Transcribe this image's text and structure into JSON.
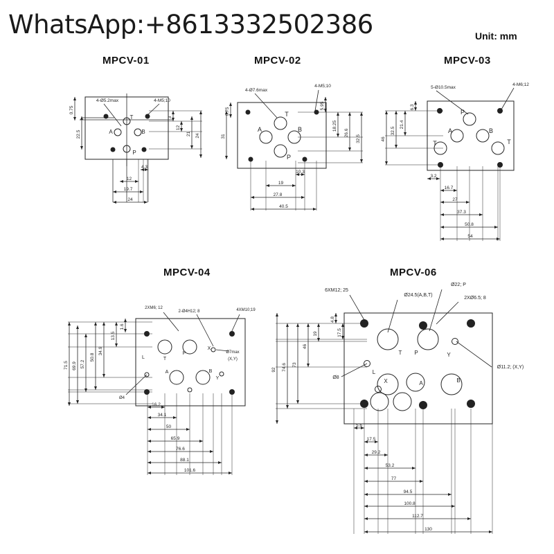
{
  "watermark": "WhatsApp:+8613332502386",
  "unit_label": "Unit: mm",
  "diagrams": [
    {
      "title": "MPCV-01",
      "callouts": [
        "4-Ø5.2max",
        "4-M5;10"
      ],
      "ports": [
        "T",
        "A",
        "B",
        "P"
      ],
      "vdims": [
        "0.75",
        "22.5",
        "3",
        "12",
        "21",
        "24"
      ],
      "hdims": [
        "4.3",
        "12",
        "19.7",
        "24"
      ]
    },
    {
      "title": "MPCV-02",
      "callouts": [
        "4-Ø7.6max",
        "4-M5;10"
      ],
      "ports": [
        "T",
        "A",
        "B",
        "P"
      ],
      "vdims": [
        "0.75",
        "31",
        "5.95",
        "18.25",
        "26.6",
        "32.5"
      ],
      "hdims": [
        "10.3",
        "19",
        "27.8",
        "40.5"
      ]
    },
    {
      "title": "MPCV-03",
      "callouts": [
        "5-Ø10.5max",
        "4-M6;12"
      ],
      "ports": [
        "P",
        "A",
        "B",
        "T",
        "T"
      ],
      "vdims": [
        "6.3",
        "21.4",
        "32.5",
        "46"
      ],
      "hdims": [
        "3.2",
        "16.7",
        "27",
        "37.3",
        "50.8",
        "54"
      ]
    },
    {
      "title": "MPCV-04",
      "callouts": [
        "2XM6; 12",
        "2-Ø4H12; 8",
        "4XM10;19",
        "Ø7max",
        "(X,Y)",
        "Ø4"
      ],
      "ports": [
        "T",
        "P",
        "X",
        "L",
        "A",
        "B",
        "Y"
      ],
      "vdims": [
        "1.6",
        "13.5",
        "34.9",
        "50.8",
        "57.2",
        "69.9",
        "71.5"
      ],
      "hdims": [
        "16.2",
        "34.1",
        "50",
        "65.9",
        "76.6",
        "88.1",
        "101.6"
      ]
    },
    {
      "title": "MPCV-06",
      "callouts": [
        "6XM12; 25",
        "Ø24.5(A,B,T)",
        "Ø22; P",
        "2XØ6.5; 8",
        "Ø8",
        "Ø11.2; (X,Y)"
      ],
      "ports": [
        "T",
        "P",
        "L",
        "X",
        "Y",
        "A",
        "B"
      ],
      "vdims": [
        "4.8",
        "17.5",
        "19",
        "46",
        "73",
        "74.6",
        "92"
      ],
      "hdims": [
        "5.6",
        "17.5",
        "29.2",
        "53.2",
        "77",
        "94.5",
        "100.8",
        "112.7",
        "130"
      ]
    }
  ]
}
